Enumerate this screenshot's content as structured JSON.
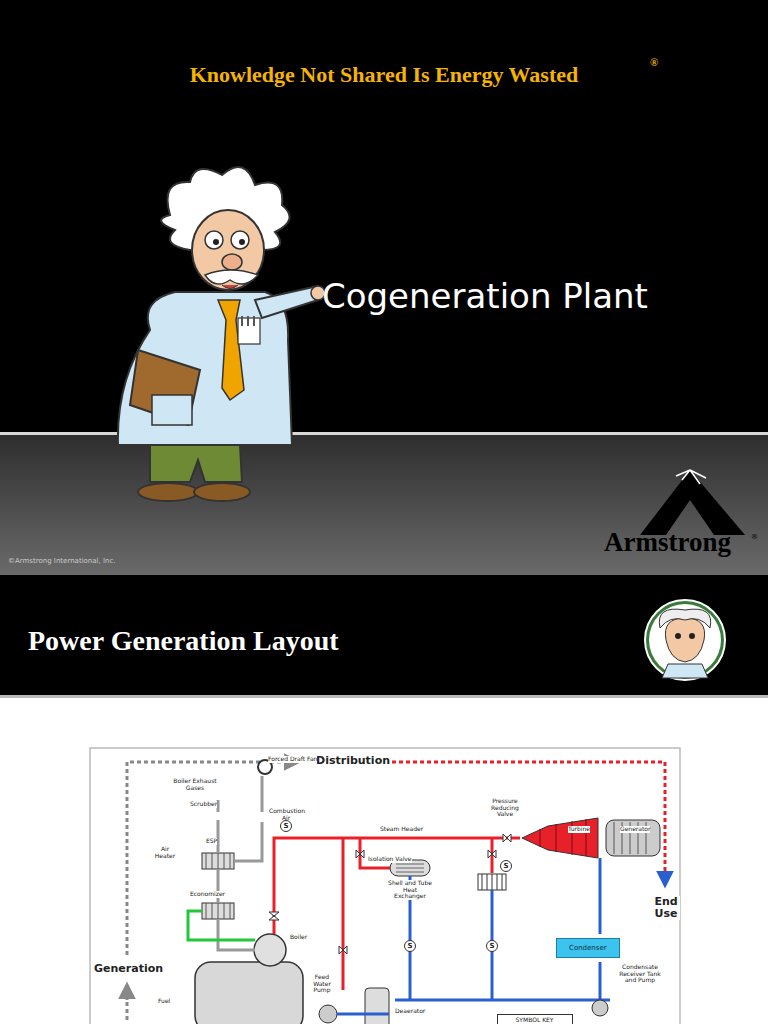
{
  "diagram": {
    "title": "Knowledge Not Shared Is Energy Wasted",
    "nodes": [
      {
        "text": [
          "Condenser"
        ]
      },
      {
        "text": [
          "SYMBOL KEY"
        ]
      },
      {
        "text": [
          "S"
        ]
      },
      {
        "text": [
          "S"
        ]
      },
      {
        "text": [
          "S"
        ]
      },
      {
        "text": [
          "S"
        ]
      }
    ],
    "labels": [
      "®",
      "Cogeneration Plant",
      "©Armstrong International, Inc.",
      "Armstrong",
      "®",
      "Power Generation Layout",
      "Distribution",
      "Forced Draft Fan",
      "Boiler Exhaust Gases",
      "Scrubber",
      "ESP",
      "Combustion Air",
      "Air Heater",
      "Economizer",
      "Steam Header",
      "Pressure Reducing Valve",
      "Turbine",
      "Generator",
      "Isolation Valve",
      "Shell and Tube Heat Exchanger",
      "Boiler",
      "End Use",
      "Condensate Receiver Tank and Pump",
      "Generation",
      "Fuel",
      "Feed Water Pump",
      "Deaerator"
    ]
  }
}
